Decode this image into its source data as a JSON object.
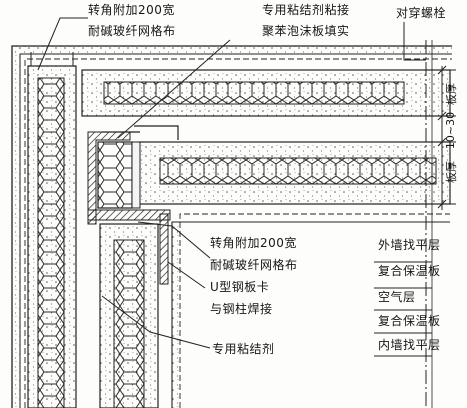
{
  "callouts": {
    "corner_mesh_top": [
      "转角附加200宽",
      "耐碱玻纤网格布"
    ],
    "adhesive_foam": [
      "专用粘结剂粘接",
      "聚苯泡沫板填实"
    ],
    "through_bolt": "对穿螺栓",
    "corner_mesh_inner": [
      "转角附加200宽",
      "耐碱玻纤网格布"
    ],
    "u_clip": [
      "U型钢板卡",
      "与钢柱焊接"
    ],
    "adhesive": "专用粘结剂"
  },
  "dimensions": {
    "board_thickness_1": "板厚",
    "board_thickness_2": "板厚",
    "gap": "10~30"
  },
  "layers": [
    "外墙找平层",
    "复合保温板",
    "空气层",
    "复合保温板",
    "内墙找平层"
  ]
}
